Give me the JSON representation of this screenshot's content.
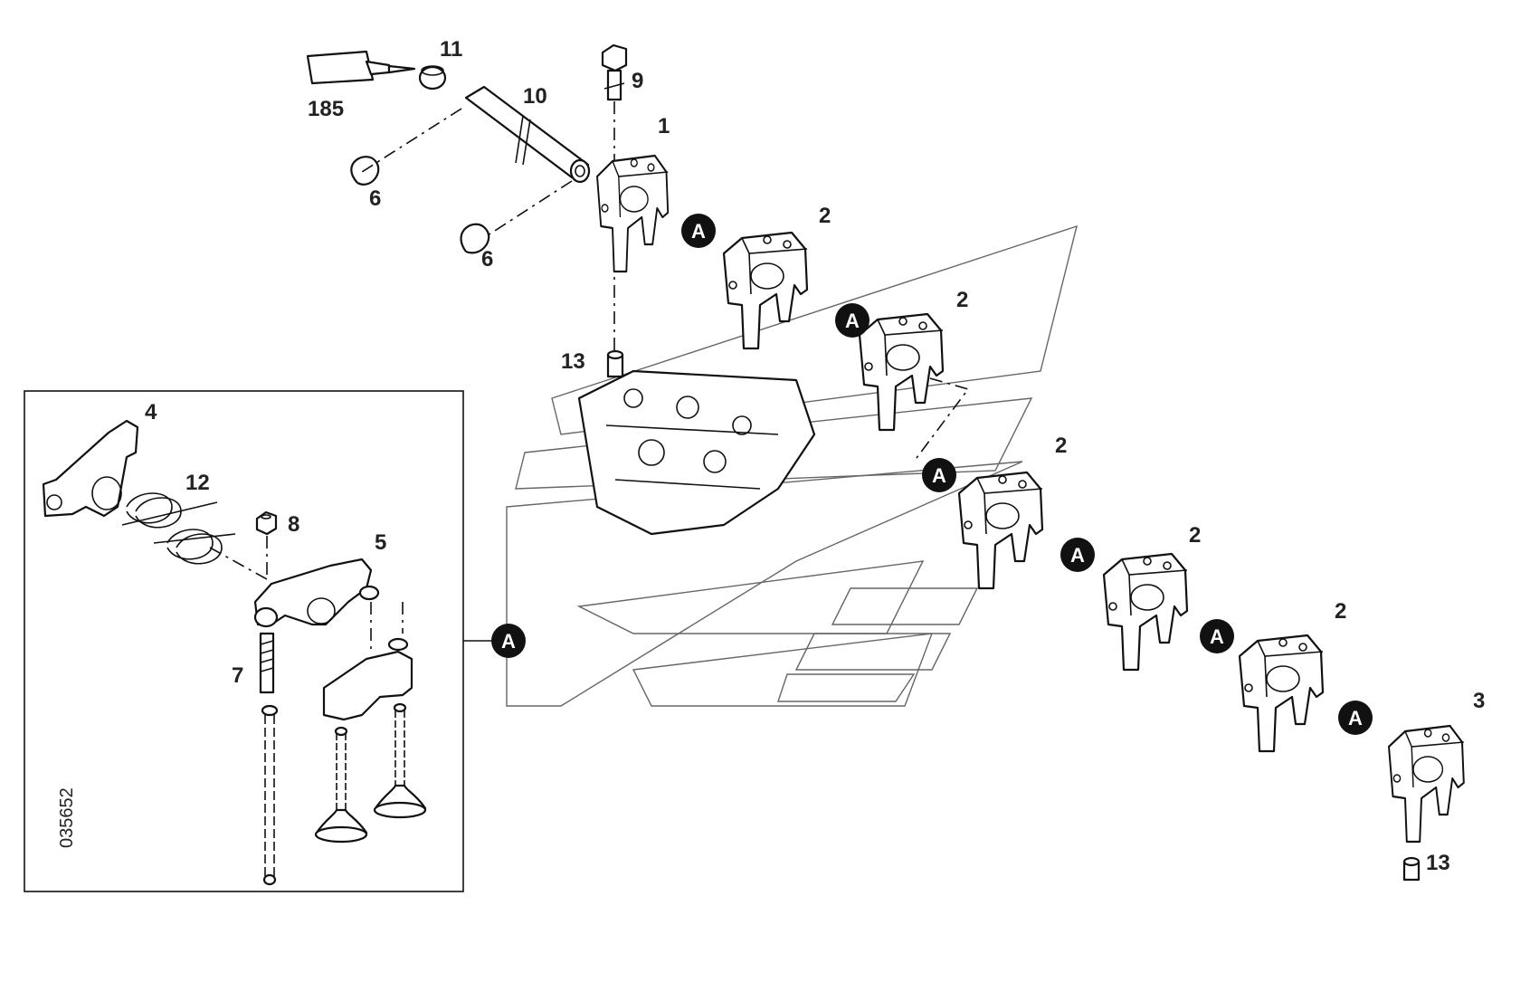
{
  "diagram": {
    "figure_number": "035652",
    "callouts": {
      "c185": "185",
      "c11": "11",
      "c10": "10",
      "c9": "9",
      "c1": "1",
      "c6a": "6",
      "c6b": "6",
      "c2a": "2",
      "c2b": "2",
      "c2c": "2",
      "c2d": "2",
      "c2e": "2",
      "c3": "3",
      "c13a": "13",
      "c13b": "13",
      "c4": "4",
      "c12": "12",
      "c8": "8",
      "c5": "5",
      "c7": "7"
    },
    "badge_label": "A"
  }
}
